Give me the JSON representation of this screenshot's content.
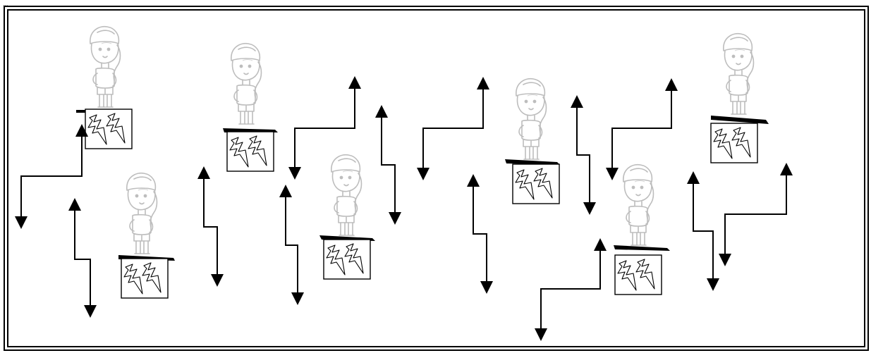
{
  "corner_text": "...",
  "colors": {
    "line": "#000000",
    "figure": "#bdbdbd",
    "frame": "#000000",
    "background": "#ffffff"
  },
  "figures": [
    {
      "name": "figure-1",
      "box_icon": "lightning-pair-icon"
    },
    {
      "name": "figure-2",
      "box_icon": "lightning-pair-icon"
    },
    {
      "name": "figure-3",
      "box_icon": "lightning-pair-icon"
    },
    {
      "name": "figure-4",
      "box_icon": "lightning-pair-icon"
    },
    {
      "name": "figure-5",
      "box_icon": "lightning-pair-icon"
    },
    {
      "name": "figure-6",
      "box_icon": "lightning-pair-icon"
    },
    {
      "name": "figure-7",
      "box_icon": "lightning-pair-icon"
    },
    {
      "name": "figure-8",
      "box_icon": "lightning-pair-icon"
    }
  ]
}
